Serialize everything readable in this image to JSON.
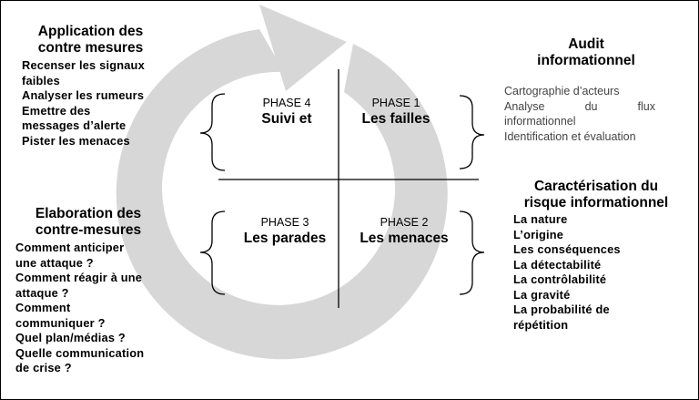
{
  "colors": {
    "arrow": "#d7d7d7",
    "line": "#000000",
    "text": "#000000",
    "muted": "#444444"
  },
  "phases": [
    {
      "number": "PHASE 1",
      "name": "Les failles"
    },
    {
      "number": "PHASE 2",
      "name": "Les menaces"
    },
    {
      "number": "PHASE 3",
      "name": "Les parades"
    },
    {
      "number": "PHASE 4",
      "name": "Suivi et"
    }
  ],
  "blocks": {
    "application": {
      "title": [
        "Application des",
        "contre mesures"
      ],
      "items": [
        "Recenser les signaux",
        "faibles",
        "Analyser les rumeurs",
        "Emettre des",
        "messages d’alerte",
        "Pister les menaces"
      ]
    },
    "elaboration": {
      "title": [
        "Elaboration des",
        "contre-mesures"
      ],
      "items": [
        "Comment anticiper",
        "une attaque ?",
        "Comment réagir à une",
        "attaque ?",
        "Comment",
        "communiquer ?",
        "Quel plan/médias ?",
        "Quelle communication",
        "de crise ?"
      ]
    },
    "audit": {
      "title": [
        "Audit",
        "informationnel"
      ],
      "items": [
        "Cartographie d’acteurs",
        [
          "Analyse",
          "du",
          "flux"
        ],
        "informationnel",
        "Identification et évaluation"
      ]
    },
    "caracterisation": {
      "title": [
        "Caractérisation du",
        "risque informationnel"
      ],
      "items": [
        "La nature",
        "L’origine",
        "Les conséquences",
        "La détectabilité",
        "La contrôlabilité",
        "La gravité",
        "La probabilité de",
        "répétition"
      ]
    }
  }
}
